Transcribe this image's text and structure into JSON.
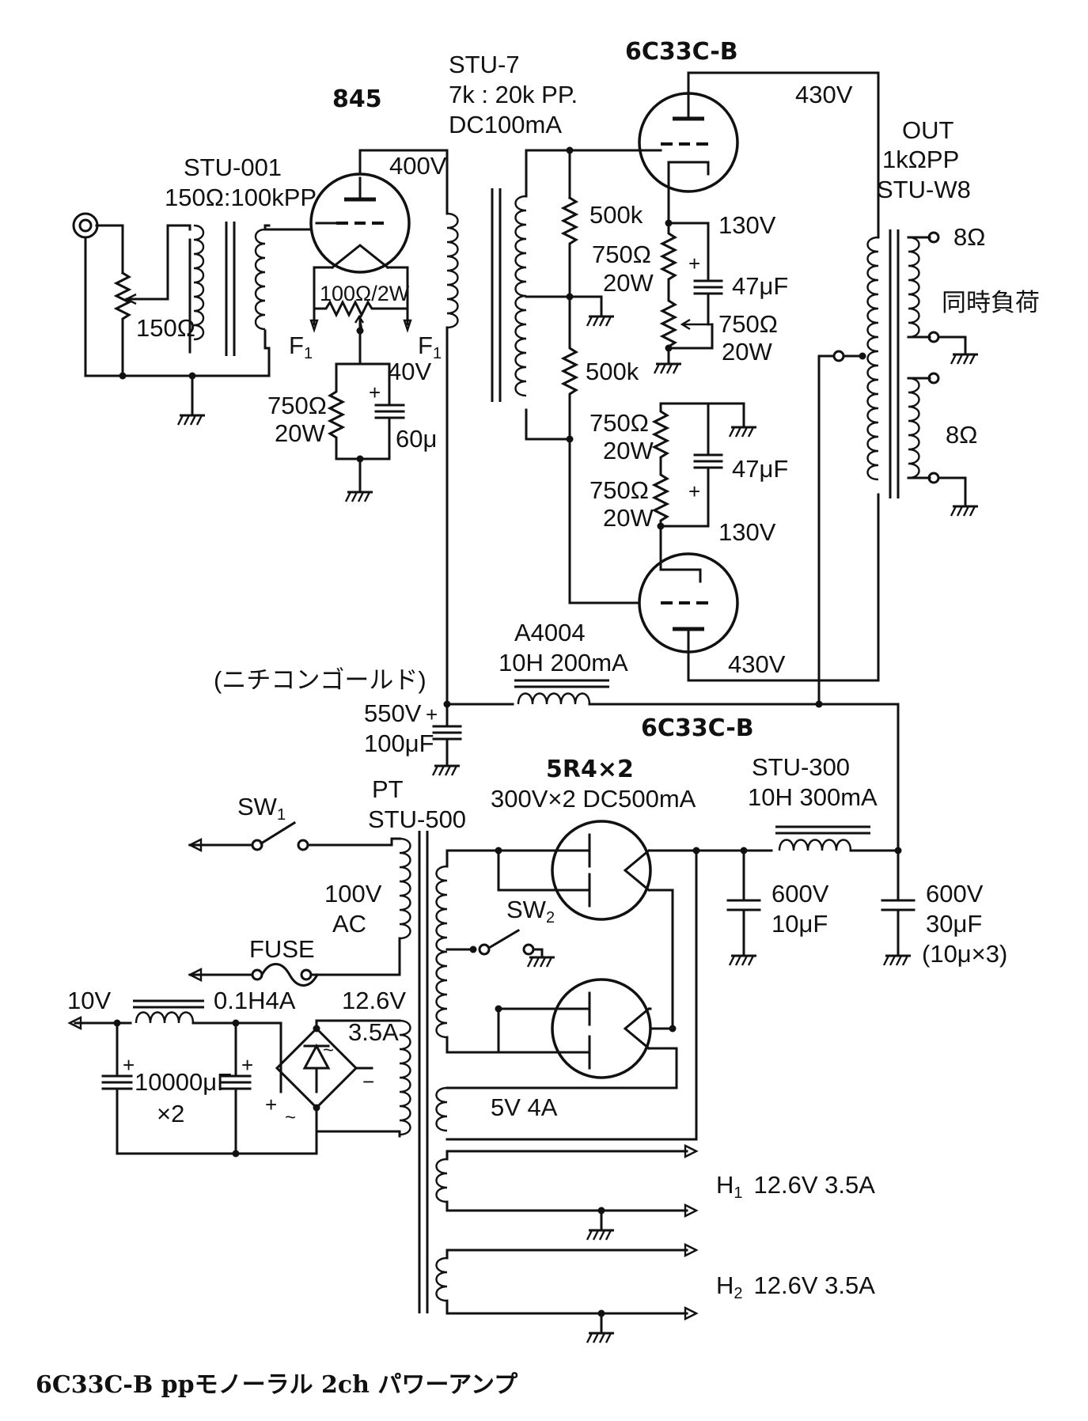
{
  "title": "6C33C-B ppモノーラル 2ch パワーアンプ",
  "input_stage": {
    "tube": "845",
    "input_transformer": "STU-001",
    "input_transformer_ratio": "150Ω:100kPP",
    "volume_pot": "150Ω",
    "plate_voltage": "400V",
    "hum_balancer": "100Ω/2W",
    "filament_label": "F",
    "filament_sub": "1",
    "cathode_voltage": "40V",
    "cathode_resistor": "750Ω",
    "cathode_resistor_power": "20W",
    "cathode_cap": "60μ"
  },
  "interstage": {
    "name": "STU-7",
    "ratio": "7k : 20k PP.",
    "dc": "DC100mA",
    "grid_resistor_1": "500k",
    "grid_resistor_2": "500k"
  },
  "output_stage": {
    "tube_upper": "6C33C-B",
    "tube_lower": "6C33C-B",
    "plate_voltage_upper": "430V",
    "plate_voltage_lower": "430V",
    "cathode_voltage_upper": "130V",
    "cathode_voltage_lower": "130V",
    "cathode_resistor": "750Ω",
    "cathode_resistor_power": "20W",
    "adjustable_resistor": "750Ω",
    "adjustable_resistor_power": "20W",
    "bypass_cap": "47μF",
    "output_transformer_label": "OUT",
    "output_transformer_ratio": "1kΩPP",
    "output_transformer": "STU-W8",
    "tap_upper": "8Ω",
    "tap_lower": "8Ω",
    "simultaneous_load": "同時負荷"
  },
  "power_supply": {
    "choke1": "A4004",
    "choke1_spec": "10H 200mA",
    "cap1_note": "(ニチコンゴールド)",
    "cap1_voltage": "550V",
    "cap1_value": "100μF",
    "rectifier": "5R4×2",
    "rectifier_spec": "300V×2 DC500mA",
    "choke2": "STU-300",
    "choke2_spec": "10H 300mA",
    "cap2_voltage": "600V",
    "cap2_value": "10μF",
    "cap3_voltage": "600V",
    "cap3_value": "30μF",
    "cap3_note": "(10μ×3)",
    "switch1": "SW",
    "switch1_sub": "1",
    "switch2": "SW",
    "switch2_sub": "2",
    "pt_label": "PT",
    "pt_name": "STU-500",
    "ac_voltage": "100V",
    "ac_label": "AC",
    "fuse": "FUSE",
    "winding_5v": "5V 4A",
    "heater1_label": "H",
    "heater1_sub": "1",
    "heater1_spec": "12.6V  3.5A",
    "heater2_label": "H",
    "heater2_sub": "2",
    "heater2_spec": "12.6V  3.5A"
  },
  "filament_supply": {
    "output_voltage": "10V",
    "choke": "0.1H4A",
    "winding_voltage": "12.6V",
    "winding_current": "3.5A",
    "caps": "10000μF",
    "caps_count": "×2"
  }
}
